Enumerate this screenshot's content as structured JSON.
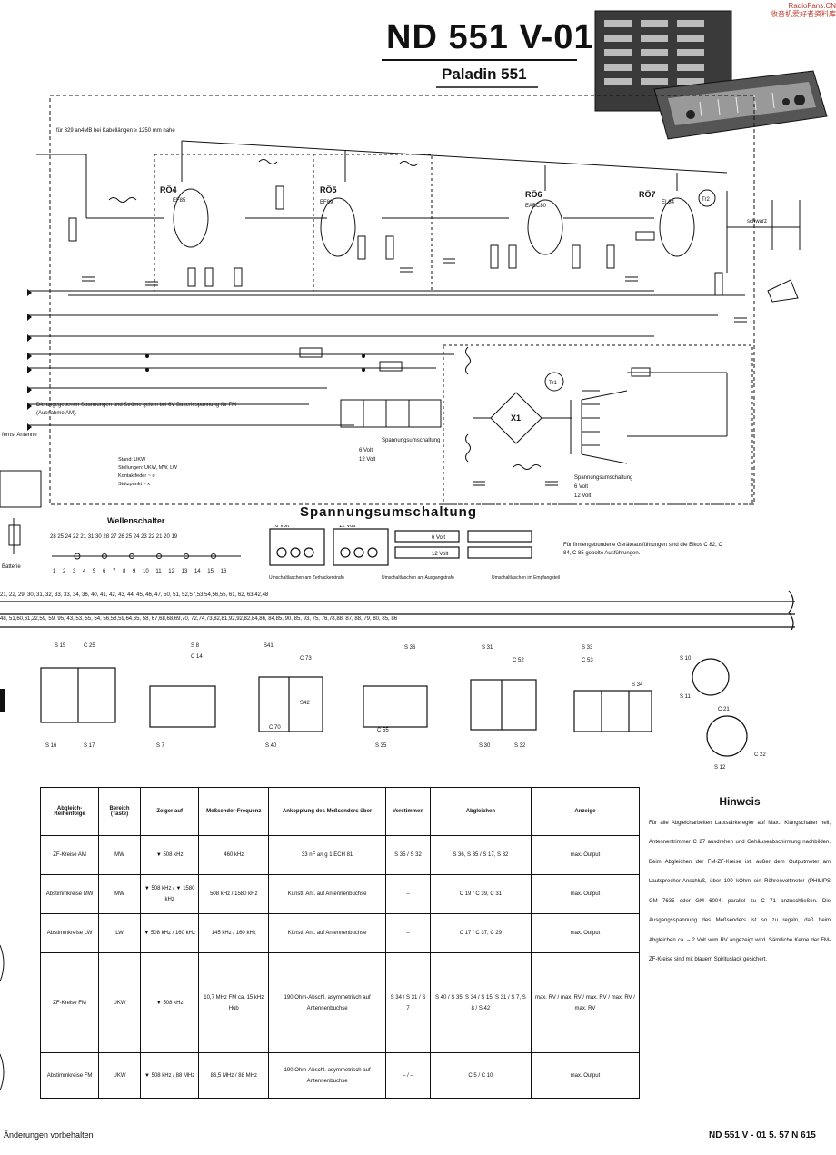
{
  "watermark": {
    "line1": "RadioFans.CN",
    "line2": "收音机爱好者资料库"
  },
  "header": {
    "title": "ND 551 V-01",
    "subtitle": "Paladin 551"
  },
  "tubes": [
    "RÖ4",
    "RÖ5",
    "RÖ6",
    "RÖ7"
  ],
  "tube_types": [
    "EF85",
    "EF89",
    "EABC80",
    "EL84"
  ],
  "transformers": [
    "Tr1",
    "Tr2"
  ],
  "schematic_labels": {
    "cable_note": "für 329 an4MB bei Kabellängen ≥ 1250 mm nahe",
    "hint_text": "Die angegebenen Spannungen und Ströme gelten bei 6V Batteriespannung für FM (Ausnahme AM).",
    "legend_items": [
      "Stand: UKW",
      "Stellungen: UKW, MW, LW",
      "Kontaktfeder ~ o",
      "Stützpunkt ~ x"
    ],
    "spannung_label": "Spannungsumschaltung",
    "volt_6": "6 Volt",
    "volt_12": "12 Volt",
    "x1": "X1",
    "batterie": "Batterie",
    "fernst_antenne": "fernst Antenne",
    "schwarz": "schwarz"
  },
  "sections": {
    "spannungsumschaltung_title": "Spannungsumschaltung",
    "wellenschalter_title": "Wellenschalter",
    "switch_captions": [
      "Umschaltlaschen am Zerhackerstrafo",
      "Umschaltlaschen am Ausgangstrafo",
      "Umschaltlaschen im Empfangsteil"
    ],
    "switch_note": "Für firmengebundene Geräteausführungen sind die Elkos C 82, C 84, C 85 gepolte Ausführungen.",
    "wellenschalter_top": "28 25 24 22 21 31 30     28 27 26 25 24 23 22     21 20 19",
    "wellenschalter_bot": "1 2 3 4 5 6 7 8 9 10 11 12 13 14 15 16"
  },
  "strips": {
    "top": "21,  22,           29,  30,  31,         32,                       33, 33, 34, 36,            40,  41,  42,  43,  44,  45,  46,  47,       50,  51,       52,57,53,54,56,55,            61,  62,  63,42,48",
    "bottom": "48,        51,60,61,22,59,        59,        95,        43,  53,  55,  54,  56,58,59,64,65,    58,  67,68,68,69,70,   72,74,73,82,81,92,92,82,84,86,  84,85,   90,  85,  93,  75,   76,78,88,  87,  88,  79,  80,  85,  86"
  },
  "coils": [
    "S 15",
    "C 25",
    "S 16",
    "S 17",
    "S 8",
    "C 14",
    "S 7",
    "S41",
    "C 73",
    "S42",
    "C 70",
    "S 40",
    "S 36",
    "C 55",
    "S 35",
    "S 31",
    "C 52",
    "S 30",
    "S 32",
    "S 33",
    "C 53",
    "S 34",
    "S 10",
    "S 11",
    "C 21",
    "C 22",
    "S 12"
  ],
  "table": {
    "headers": [
      "Abgleich-Reihenfolge",
      "Bereich (Taste)",
      "Zeiger auf",
      "Meßsender-Frequenz",
      "Ankopplung des Meßsenders über",
      "Verstimmen",
      "Abgleichen",
      "Anzeige"
    ],
    "rows": [
      [
        "ZF-Kreise AM",
        "MW",
        "▼ 508 kHz",
        "460 kHz",
        "33 nF an g 1 ECH 81",
        "S 35 / S 32",
        "S 36, S 35 / S 17, S 32",
        "max. Output"
      ],
      [
        "Abstimmkreise MW",
        "MW",
        "▼ 508 kHz / ▼ 1580 kHz",
        "508 kHz / 1580 kHz",
        "Künstl. Ant. auf Antennenbuchse",
        "–",
        "C 19 / C 39, C 31",
        "max. Output"
      ],
      [
        "Abstimmkreise LW",
        "LW",
        "▼ 508 kHz / 160 kHz",
        "145 kHz / 160 kHz",
        "Künstl. Ant. auf Antennenbuchse",
        "–",
        "C 17 / C 37, C 29",
        "max. Output"
      ],
      [
        "ZF-Kreise FM",
        "UKW",
        "▼ 508 kHz",
        "10,7 MHz FM ca. 15 kHz Hub",
        "190 Ohm-Abschl. asymmetrisch auf Antennenbuchse",
        "S 34 / S 31 / S 7",
        "S 40 / S 35, S 34 / S 15, S 31 / S 7, S 8 / S 42",
        "max. RV / max. RV / max. RV / max. RV / max. RV"
      ],
      [
        "Abstimmkreise FM",
        "UKW",
        "▼ 508 kHz / 88 MHz",
        "86,5 MHz / 88 MHz",
        "190 Ohm-Abschl. asymmetrisch auf Antennenbuchse",
        "– / –",
        "C 5 / C 10",
        "max. Output"
      ]
    ]
  },
  "hinweis": {
    "title": "Hinweis",
    "text": "Für alle Abgleicharbeiten Lautstärkeregler auf Max., Klangschalter hell, Antennentrimmer C 27 ausdrehen und Gehäuseabschirmung nachbilden. Beim Abgleichen der FM-ZF-Kreise ist, außer dem Outputmeter am Lautsprecher-Anschluß, über 100 kOhm ein Röhrenvoltmeter (PHILIPS GM 7635 oder GM 6004) parallel zu C 71 anzuschließen. Die Ausgangsspannung des Meßsenders ist so zu regeln, daß beim Abgleichen ca. – 2 Volt vom RV angezeigt wird. Sämtliche Kerne der FM-ZF-Kreise sind mit blauem Spirituslack gesichert."
  },
  "footer": {
    "left": "Änderungen vorbehalten",
    "right": "ND 551 V - 01   5. 57   N 615"
  }
}
